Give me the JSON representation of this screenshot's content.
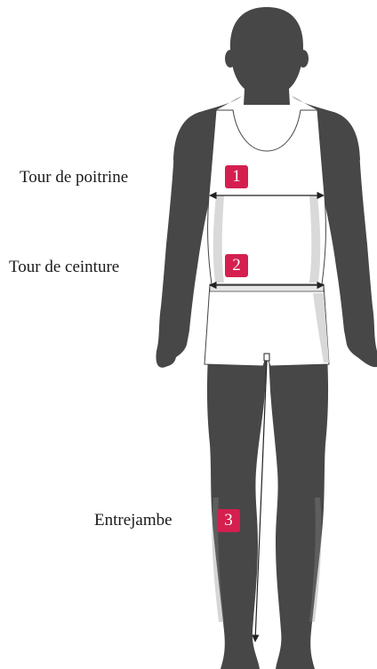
{
  "colors": {
    "silhouette": "#474747",
    "garment": "#ffffff",
    "garment_shade": "#d9d9d9",
    "badge": "#d41f4f",
    "arrow": "#222222"
  },
  "measurements": [
    {
      "number": "1",
      "label": "Tour de poitrine"
    },
    {
      "number": "2",
      "label": "Tour de ceinture"
    },
    {
      "number": "3",
      "label": "Entrejambe"
    }
  ]
}
